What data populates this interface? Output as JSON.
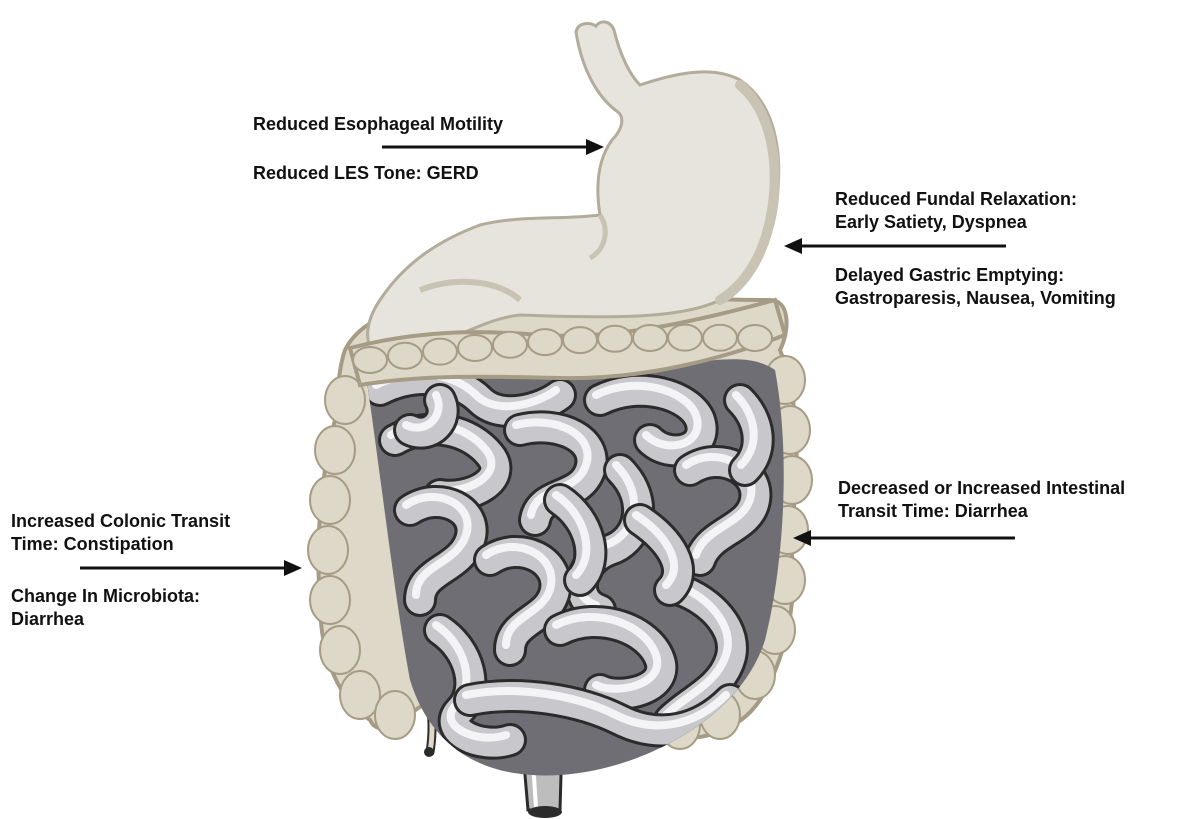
{
  "colors": {
    "stomach_fill": "#e6e4dd",
    "stomach_shade": "#c9c3b4",
    "colon_fill": "#ddd8c7",
    "colon_shade": "#a69c85",
    "intestine_fill": "#c8c8cc",
    "intestine_highlight": "#f4f4f6",
    "intestine_shadow": "#6e6e74",
    "outline": "#2b2b2b",
    "arrow": "#111111",
    "text": "#111111"
  },
  "labels": {
    "esophageal_motility": "Reduced Esophageal Motility",
    "les_tone": "Reduced LES Tone: GERD",
    "fundal_relaxation_1": "Reduced Fundal Relaxation:",
    "fundal_relaxation_2": "Early Satiety, Dyspnea",
    "gastric_emptying_1": "Delayed Gastric Emptying:",
    "gastric_emptying_2": "Gastroparesis, Nausea, Vomiting",
    "intestinal_transit_1": "Decreased or Increased Intestinal",
    "intestinal_transit_2": "Transit Time: Diarrhea",
    "colonic_transit_1": "Increased Colonic Transit",
    "colonic_transit_2": "Time: Constipation",
    "microbiota_1": "Change In Microbiota:",
    "microbiota_2": "Diarrhea"
  },
  "icons": {
    "organ_illustration": "digestive-system-icon",
    "arrows": "arrow-icon"
  }
}
